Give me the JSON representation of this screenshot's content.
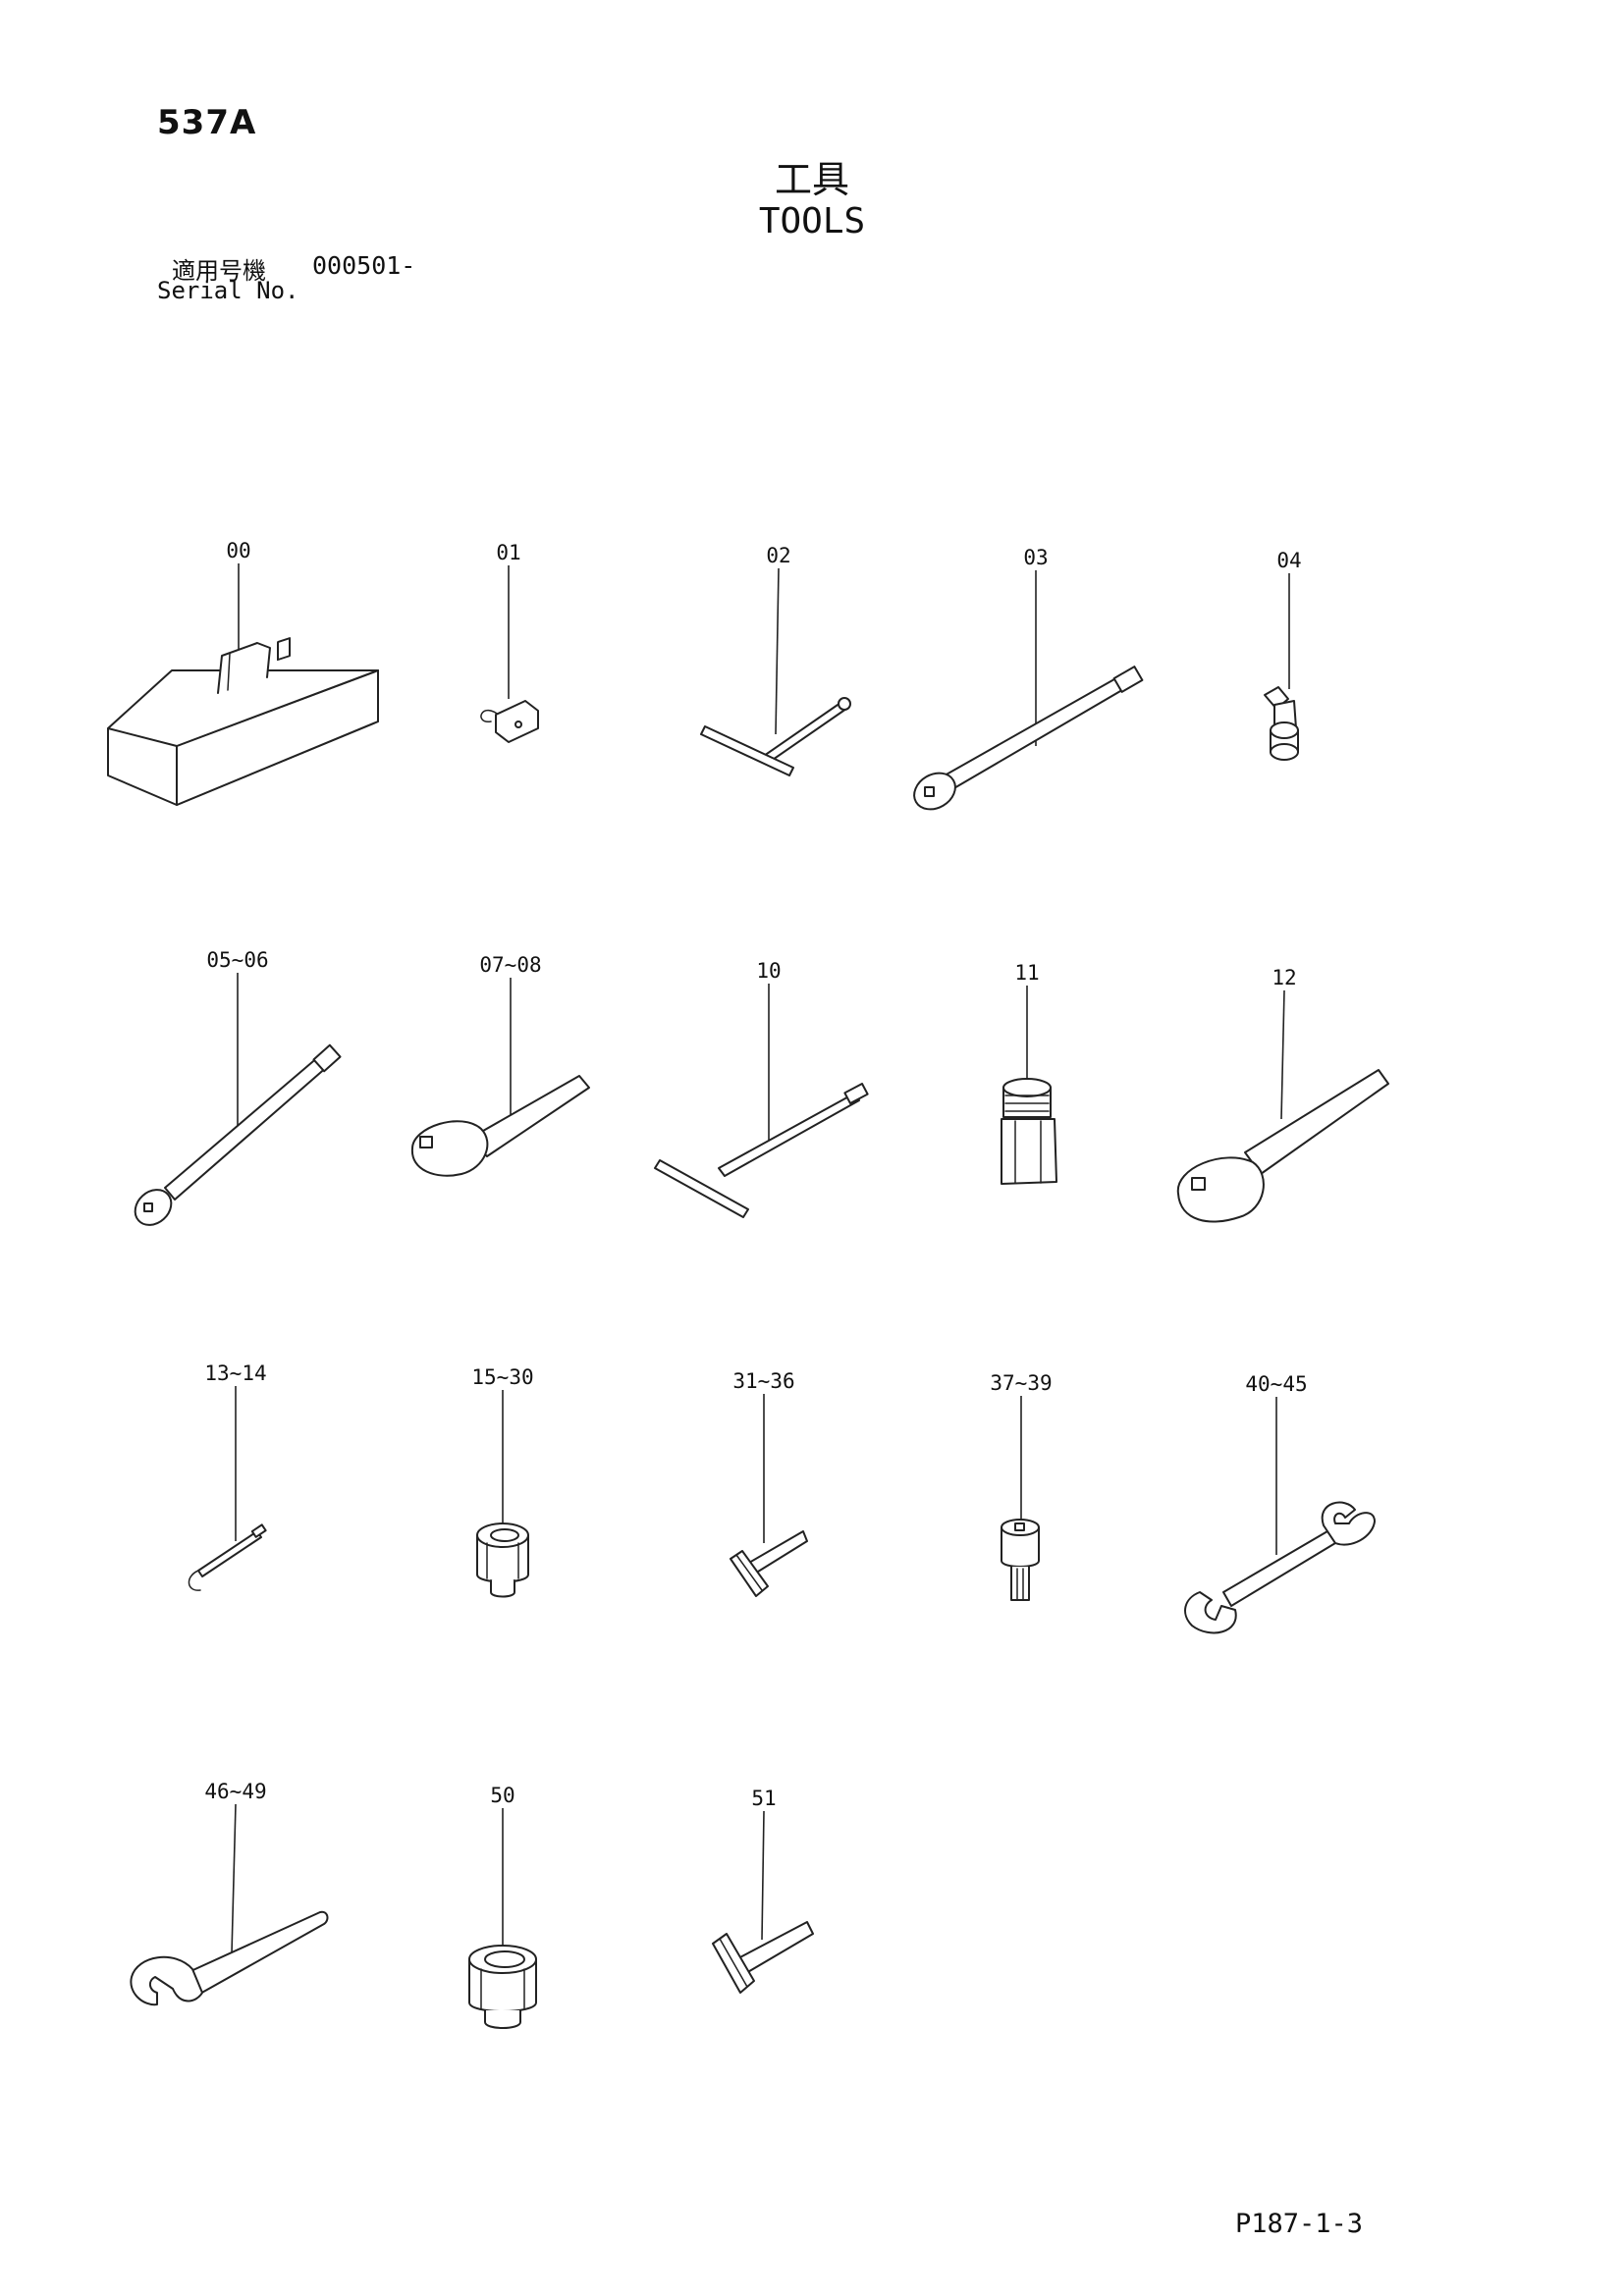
{
  "header": {
    "page_code": "537A",
    "title_jp": "工具",
    "title_en": "TOOLS",
    "serial_label_jp": "適用号機",
    "serial_value": "000501-",
    "serial_label_en": "Serial No."
  },
  "parts": [
    {
      "label": "00",
      "icon": "toolbox-icon"
    },
    {
      "label": "01",
      "icon": "padlock-icon"
    },
    {
      "label": "02",
      "icon": "t-handle-wrench-icon"
    },
    {
      "label": "03",
      "icon": "extension-bar-icon"
    },
    {
      "label": "04",
      "icon": "universal-joint-icon"
    },
    {
      "label": "05~06",
      "icon": "extension-bar-icon"
    },
    {
      "label": "07~08",
      "icon": "ratchet-handle-icon"
    },
    {
      "label": "10",
      "icon": "t-handle-wrench-icon"
    },
    {
      "label": "11",
      "icon": "adapter-icon"
    },
    {
      "label": "12",
      "icon": "ratchet-handle-icon"
    },
    {
      "label": "13~14",
      "icon": "l-wrench-icon"
    },
    {
      "label": "15~30",
      "icon": "socket-icon"
    },
    {
      "label": "31~36",
      "icon": "hex-key-icon"
    },
    {
      "label": "37~39",
      "icon": "bit-socket-icon"
    },
    {
      "label": "40~45",
      "icon": "double-open-wrench-icon"
    },
    {
      "label": "46~49",
      "icon": "single-open-wrench-icon"
    },
    {
      "label": "50",
      "icon": "socket-icon"
    },
    {
      "label": "51",
      "icon": "hex-key-icon"
    }
  ],
  "footer": {
    "page_ref": "P187-1-3"
  }
}
